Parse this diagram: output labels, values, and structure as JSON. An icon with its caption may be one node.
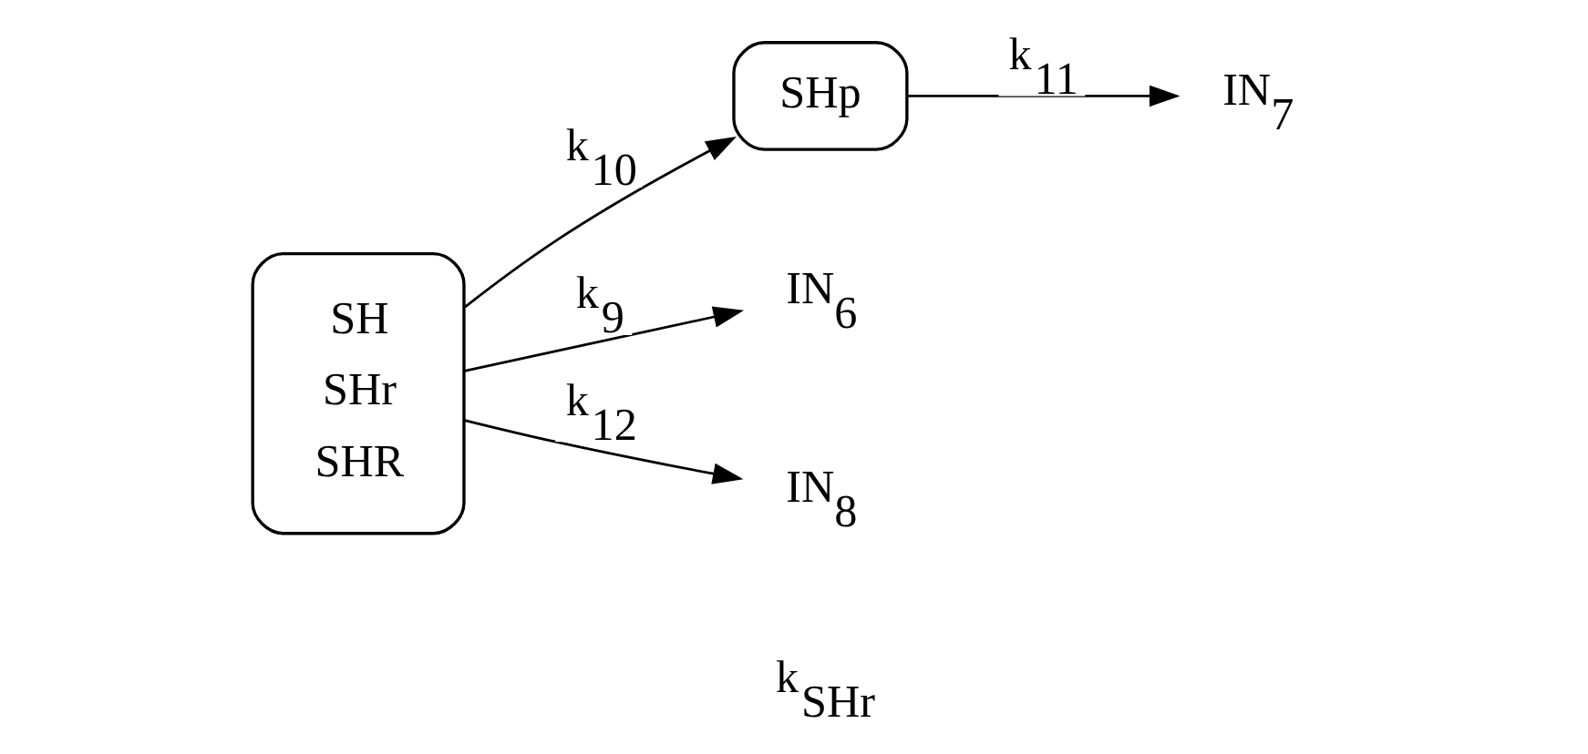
{
  "diagram": {
    "nodes": [
      {
        "text": [
          "SH",
          "SHr",
          "SHR"
        ]
      },
      {
        "text": [
          "SHp"
        ]
      },
      {
        "text": [
          "IN$_{6}$"
        ]
      },
      {
        "text": [
          "IN$_{7}$"
        ]
      },
      {
        "text": [
          "IN$_{8}$"
        ]
      }
    ],
    "edges": [
      {
        "from": 0,
        "to": 2,
        "arrow": "to",
        "label": "k$_{9}$"
      },
      {
        "from": 0,
        "to": 1,
        "arrow": "to",
        "label": "k$_{10}$"
      },
      {
        "from": 1,
        "to": 3,
        "arrow": "to",
        "label": "k$_{11}$"
      },
      {
        "from": 0,
        "to": 4,
        "arrow": "to",
        "label": "k$_{12}$"
      }
    ],
    "labels": [
      "k$_{SHr}$"
    ]
  }
}
